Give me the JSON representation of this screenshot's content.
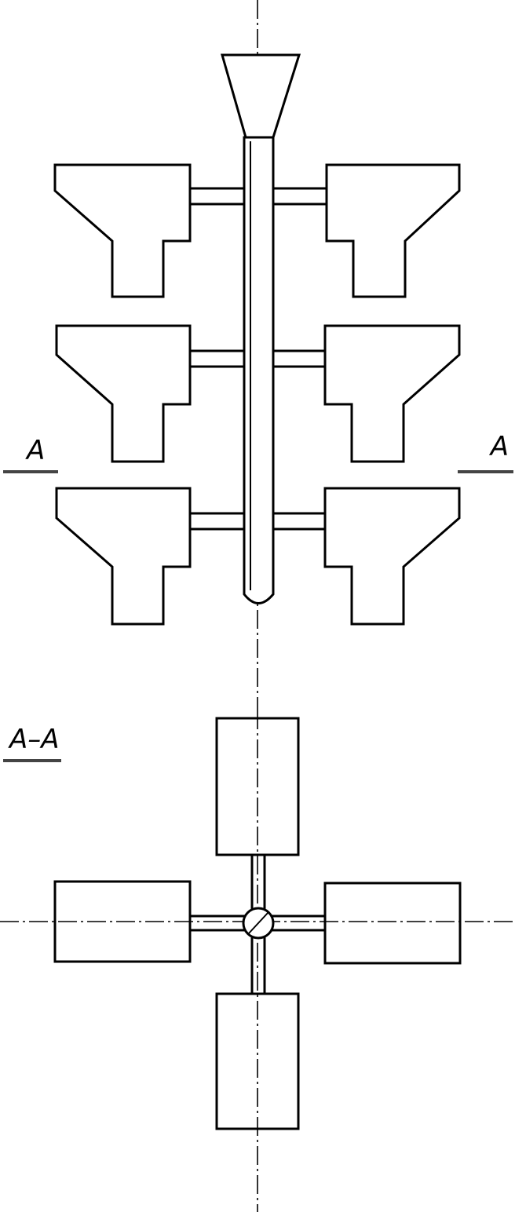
{
  "section_mark_left": "A",
  "section_mark_right": "A",
  "section_view_title": "A–A",
  "colors": {
    "line": "#000000",
    "background": "#ffffff"
  }
}
